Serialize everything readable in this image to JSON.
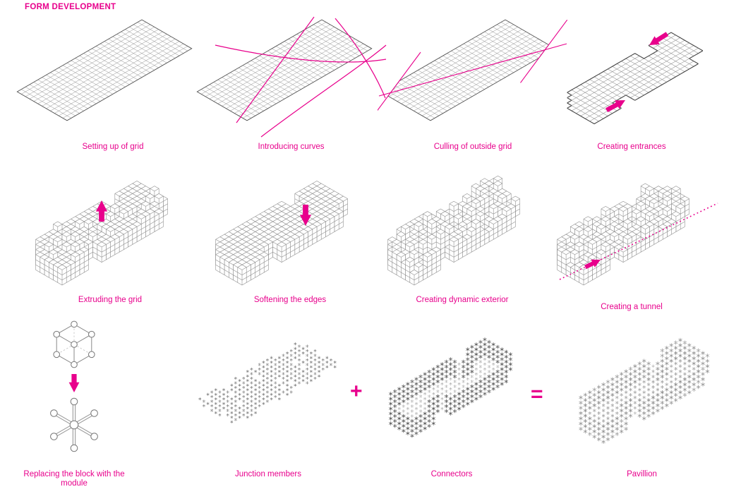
{
  "title": "FORM DEVELOPMENT",
  "colors": {
    "accent": "#E8008C",
    "ink": "#555555",
    "faint": "#8f8f8f"
  },
  "panels": [
    {
      "id": "setting-up-of-grid",
      "caption": "Setting up of grid"
    },
    {
      "id": "introducing-curves",
      "caption": "Introducing curves"
    },
    {
      "id": "culling-outside-grid",
      "caption": "Culling of outside grid"
    },
    {
      "id": "creating-entrances",
      "caption": "Creating entrances"
    },
    {
      "id": "extruding-the-grid",
      "caption": "Extruding the grid"
    },
    {
      "id": "softening-the-edges",
      "caption": "Softening the edges"
    },
    {
      "id": "dynamic-exterior",
      "caption": "Creating dynamic exterior"
    },
    {
      "id": "creating-a-tunnel",
      "caption": "Creating a tunnel"
    },
    {
      "id": "replacing-block",
      "caption": "Replacing the block with the module"
    },
    {
      "id": "junction-members",
      "caption": "Junction members"
    },
    {
      "id": "connectors",
      "caption": "Connectors"
    },
    {
      "id": "pavillion",
      "caption": "Pavillion"
    }
  ],
  "operators": {
    "plus": "+",
    "equals": "="
  }
}
